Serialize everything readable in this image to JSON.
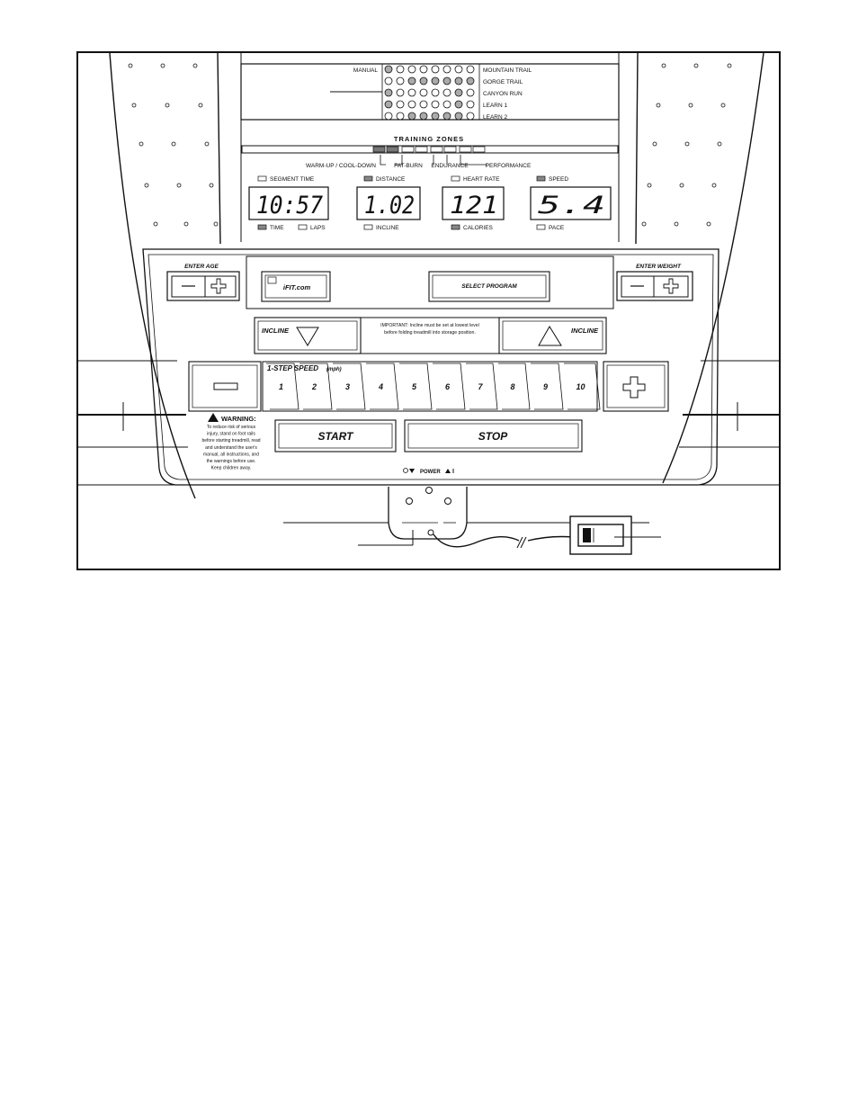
{
  "programs": {
    "left": [
      "MANUAL"
    ],
    "right": [
      "MOUNTAIN TRAIL",
      "GORGE TRAIL",
      "CANYON RUN",
      "LEARN 1",
      "LEARN 2"
    ]
  },
  "training_zones": {
    "title": "TRAINING ZONES",
    "zones": [
      "WARM-UP / COOL-DOWN",
      "FAT-BURN",
      "ENDURANCE",
      "PERFORMANCE"
    ]
  },
  "displays": [
    {
      "top_label": "SEGMENT TIME",
      "value": "10:57",
      "bottom_labels": [
        "TIME",
        "LAPS"
      ]
    },
    {
      "top_label": "DISTANCE",
      "value": "1.02",
      "bottom_labels": [
        "INCLINE"
      ]
    },
    {
      "top_label": "HEART RATE",
      "value": "121",
      "bottom_labels": [
        "CALORIES"
      ]
    },
    {
      "top_label": "SPEED",
      "value": "5.4",
      "bottom_labels": [
        "PACE"
      ]
    }
  ],
  "controls": {
    "enter_age": "ENTER AGE",
    "enter_weight": "ENTER WEIGHT",
    "logo": "iFIT.com",
    "select_program": "SELECT PROGRAM",
    "incline_down": "INCLINE",
    "incline_up": "INCLINE",
    "incline_note_1": "IMPORTANT: Incline must be set at lowest level",
    "incline_note_2": "before folding treadmill into storage position.",
    "speed_title": "1-STEP SPEED",
    "speed_unit": "(mph)",
    "speed_keys": [
      "1",
      "2",
      "3",
      "4",
      "5",
      "6",
      "7",
      "8",
      "9",
      "10"
    ],
    "start": "START",
    "stop": "STOP",
    "power": "POWER",
    "warning_title": "WARNING:",
    "warning_lines": [
      "To reduce risk of serious",
      "injury, stand on foot rails",
      "before starting treadmill, read",
      "and understand the user's",
      "manual, all instructions, and",
      "the warnings before use.",
      "Keep children away."
    ]
  }
}
